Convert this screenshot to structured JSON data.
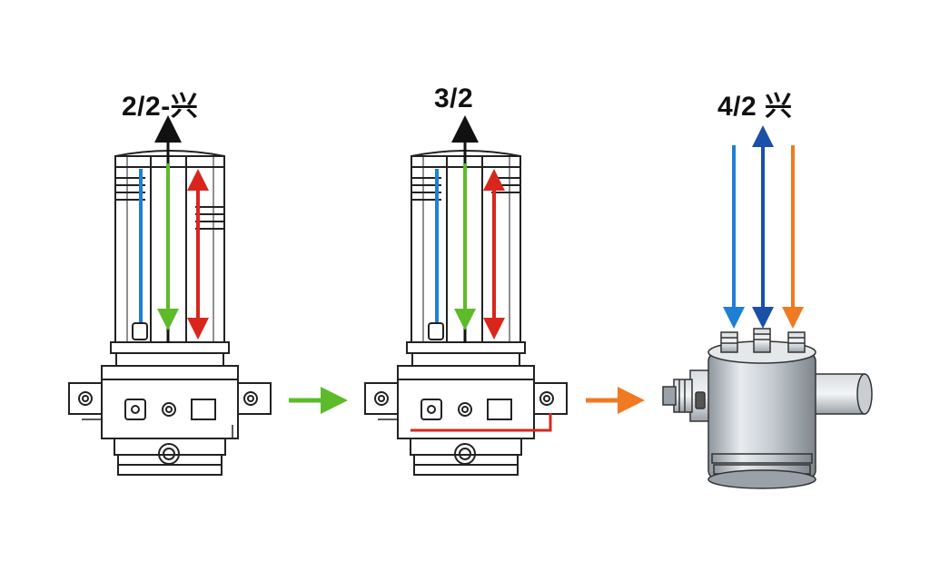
{
  "labels": {
    "valve_1": "2/2-兴",
    "valve_2": "3/2",
    "valve_3": "4/2 兴"
  },
  "colors": {
    "blue": "#1f7fd6",
    "green": "#5dbb2a",
    "red": "#d9261c",
    "dark_blue": "#1b4fa8",
    "orange": "#f07a22",
    "outline": "#222222",
    "metal": "#b8bec4"
  }
}
